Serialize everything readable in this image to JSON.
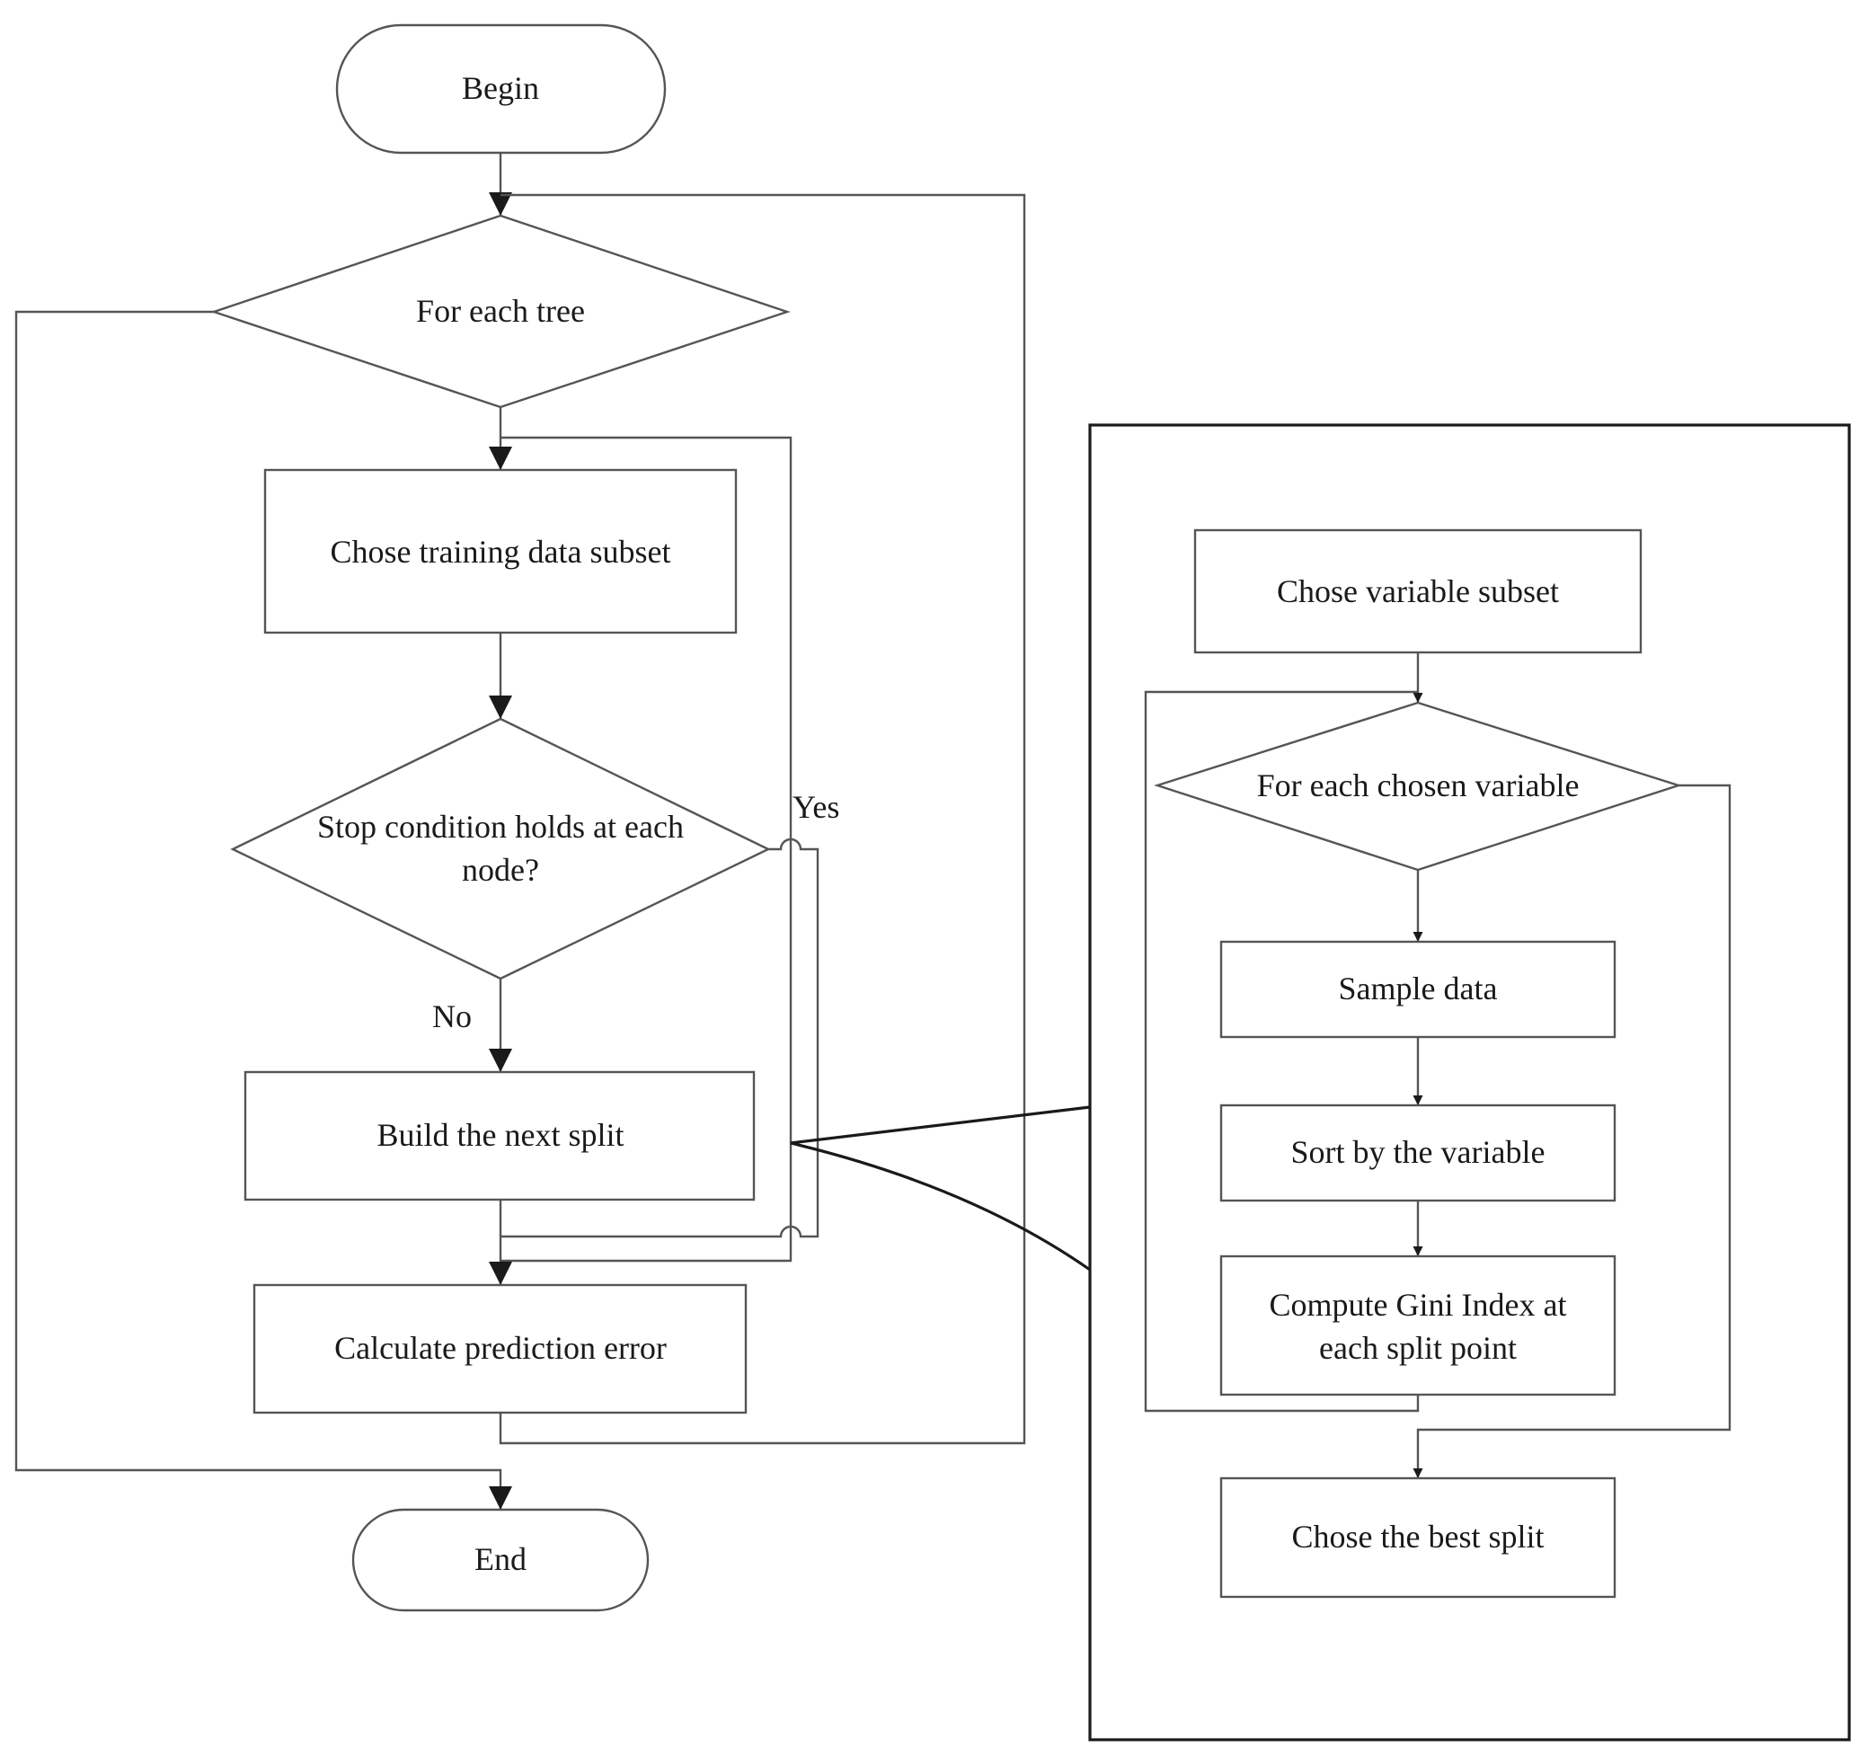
{
  "flowchart": {
    "begin": "Begin",
    "for_each_tree": "For each tree",
    "chose_training_subset": "Chose training data subset",
    "stop_condition": [
      "Stop condition holds at each",
      "node?"
    ],
    "yes_label": "Yes",
    "no_label": "No",
    "build_next_split": "Build the next split",
    "calculate_error": "Calculate prediction error",
    "end": "End"
  },
  "detail": {
    "chose_variable_subset": "Chose variable subset",
    "for_each_variable": "For each chosen variable",
    "sample_data": "Sample data",
    "sort_by_variable": "Sort by the variable",
    "compute_gini": [
      "Compute Gini Index at",
      "each split point"
    ],
    "chose_best_split": "Chose the best split"
  }
}
